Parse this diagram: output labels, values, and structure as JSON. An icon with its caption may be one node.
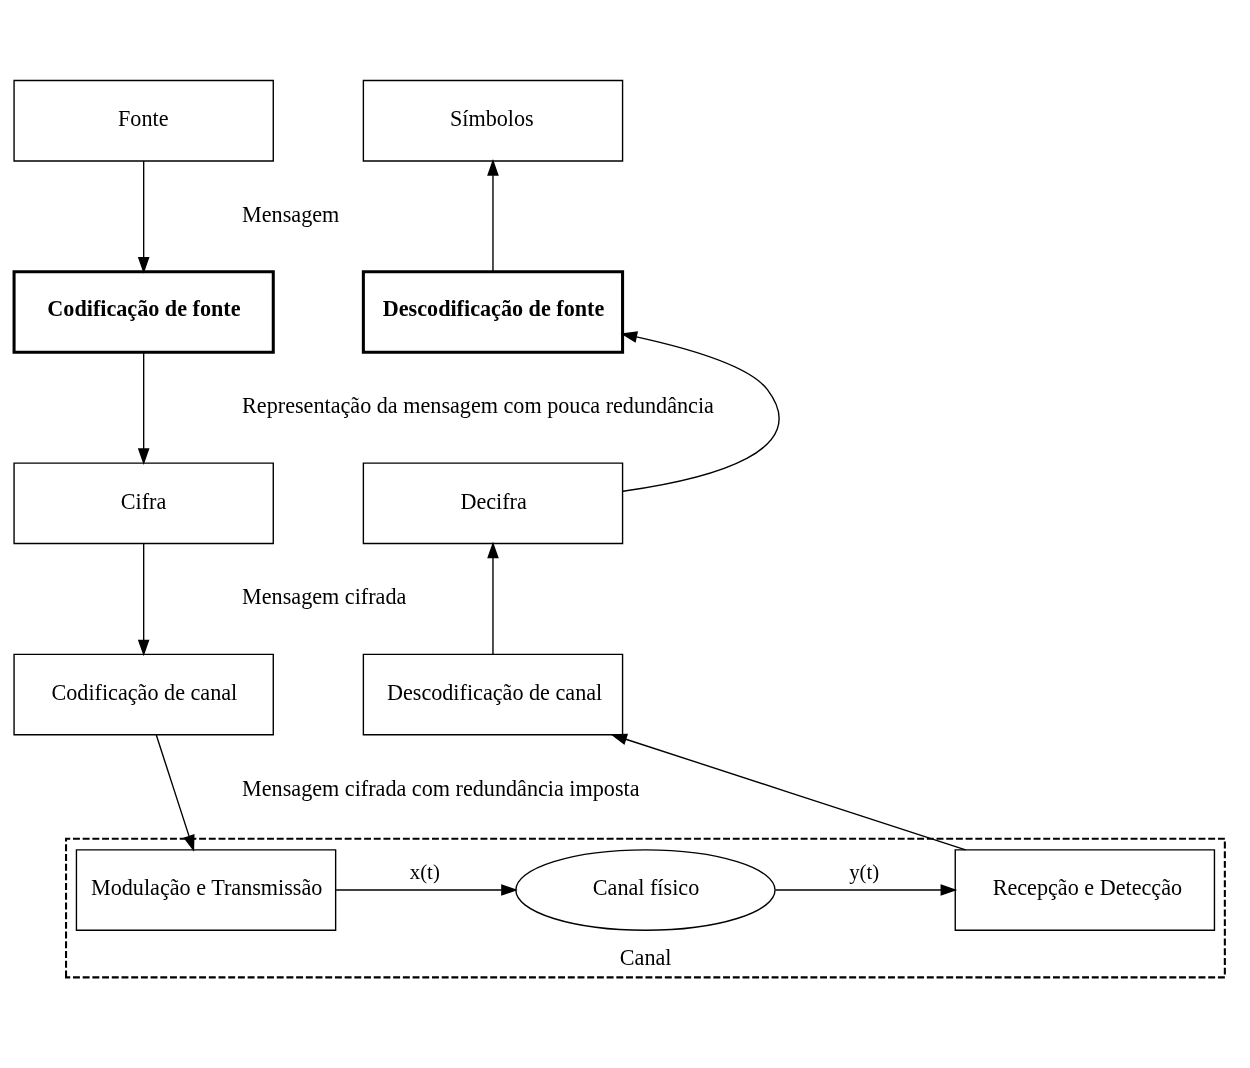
{
  "diagram": {
    "nodes": [
      {
        "text": [
          "Fonte"
        ]
      },
      {
        "text": [
          "Codificação de fonte"
        ]
      },
      {
        "text": [
          "Cifra"
        ]
      },
      {
        "text": [
          "Codificação de canal"
        ]
      },
      {
        "text": [
          "Canal"
        ]
      },
      {
        "text": [
          "Modulação e Transmissão"
        ],
        "in": 4
      },
      {
        "text": [
          "Canal físico"
        ],
        "in": 4
      },
      {
        "text": [
          "Recepção e Detecção"
        ],
        "in": 4
      },
      {
        "text": [
          "Descodificação de canal"
        ]
      },
      {
        "text": [
          "Decifra"
        ]
      },
      {
        "text": [
          "Descodificação de fonte"
        ]
      },
      {
        "text": [
          "Símbolos"
        ]
      }
    ],
    "edges": [
      {
        "from": 0,
        "to": 1,
        "arrow": "to"
      },
      {
        "from": 1,
        "to": 2,
        "arrow": "to"
      },
      {
        "from": 2,
        "to": 3,
        "arrow": "to"
      },
      {
        "from": 3,
        "to": 5,
        "arrow": "to"
      },
      {
        "from": 5,
        "to": 6,
        "arrow": "to",
        "label": "x(t)"
      },
      {
        "from": 6,
        "to": 7,
        "arrow": "to",
        "label": "y(t)"
      },
      {
        "from": 7,
        "to": 8,
        "arrow": "to"
      },
      {
        "from": 8,
        "to": 9,
        "arrow": "to"
      },
      {
        "from": 9,
        "to": 10,
        "arrow": "to"
      },
      {
        "from": 10,
        "to": 11,
        "arrow": "to"
      }
    ],
    "labels": [
      "Mensagem",
      "Representação da mensagem com pouca redundância",
      "Mensagem cifrada",
      "Mensagem cifrada com redundância imposta"
    ]
  }
}
